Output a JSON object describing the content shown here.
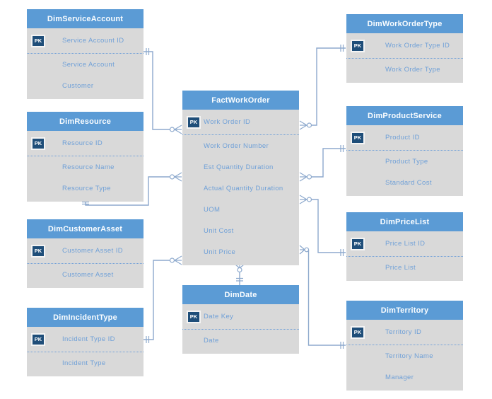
{
  "pk_label": "PK",
  "colors": {
    "header_blue": "#5B9BD5",
    "body_gray": "#D9D9D9",
    "pk_badge_navy": "#1F4E79",
    "field_text_blue": "#6FA0D8",
    "connector_blue": "#8DA9CD",
    "background": "#FFFFFF"
  },
  "tables": [
    {
      "title": "DimServiceAccount",
      "pk_field": "Service Account ID",
      "fields": [
        "Service Account",
        "Customer"
      ]
    },
    {
      "title": "DimResource",
      "pk_field": "Resource ID",
      "fields": [
        "Resource Name",
        "Resource Type"
      ]
    },
    {
      "title": "DimCustomerAsset",
      "pk_field": "Customer Asset ID",
      "fields": [
        "Customer Asset"
      ]
    },
    {
      "title": "DimIncidentType",
      "pk_field": "Incident Type ID",
      "fields": [
        "Incident Type"
      ]
    },
    {
      "title": "FactWorkOrder",
      "pk_field": "Work Order ID",
      "fields": [
        "Work Order Number",
        "Est Quantity Duration",
        "Actual Quantity Duration",
        "UOM",
        "Unit Cost",
        "Unit Price"
      ]
    },
    {
      "title": "DimDate",
      "pk_field": "Date Key",
      "fields": [
        "Date"
      ]
    },
    {
      "title": "DimWorkOrderType",
      "pk_field": "Work Order Type ID",
      "fields": [
        "Work Order Type"
      ]
    },
    {
      "title": "DimProductService",
      "pk_field": "Product ID",
      "fields": [
        "Product Type",
        "Standard Cost"
      ]
    },
    {
      "title": "DimPriceList",
      "pk_field": "Price List ID",
      "fields": [
        "Price List"
      ]
    },
    {
      "title": "DimTerritory",
      "pk_field": "Territory ID",
      "fields": [
        "Territory Name",
        "Manager"
      ]
    }
  ],
  "connectors": [
    {
      "from": "DimServiceAccount",
      "to": "FactWorkOrder",
      "from_cardinality": "one",
      "to_cardinality": "zero-or-many"
    },
    {
      "from": "DimResource",
      "to": "FactWorkOrder",
      "from_cardinality": "one",
      "to_cardinality": "zero-or-many"
    },
    {
      "from": "DimIncidentType",
      "to": "FactWorkOrder",
      "from_cardinality": "one",
      "to_cardinality": "zero-or-many"
    },
    {
      "from": "DimWorkOrderType",
      "to": "FactWorkOrder",
      "from_cardinality": "one",
      "to_cardinality": "zero-or-many"
    },
    {
      "from": "DimProductService",
      "to": "FactWorkOrder",
      "from_cardinality": "one",
      "to_cardinality": "zero-or-many"
    },
    {
      "from": "DimPriceList",
      "to": "FactWorkOrder",
      "from_cardinality": "one",
      "to_cardinality": "zero-or-many"
    },
    {
      "from": "DimTerritory",
      "to": "FactWorkOrder",
      "from_cardinality": "one",
      "to_cardinality": "zero-or-many"
    },
    {
      "from": "DimDate",
      "to": "FactWorkOrder",
      "from_cardinality": "one",
      "to_cardinality": "zero-or-many"
    }
  ]
}
